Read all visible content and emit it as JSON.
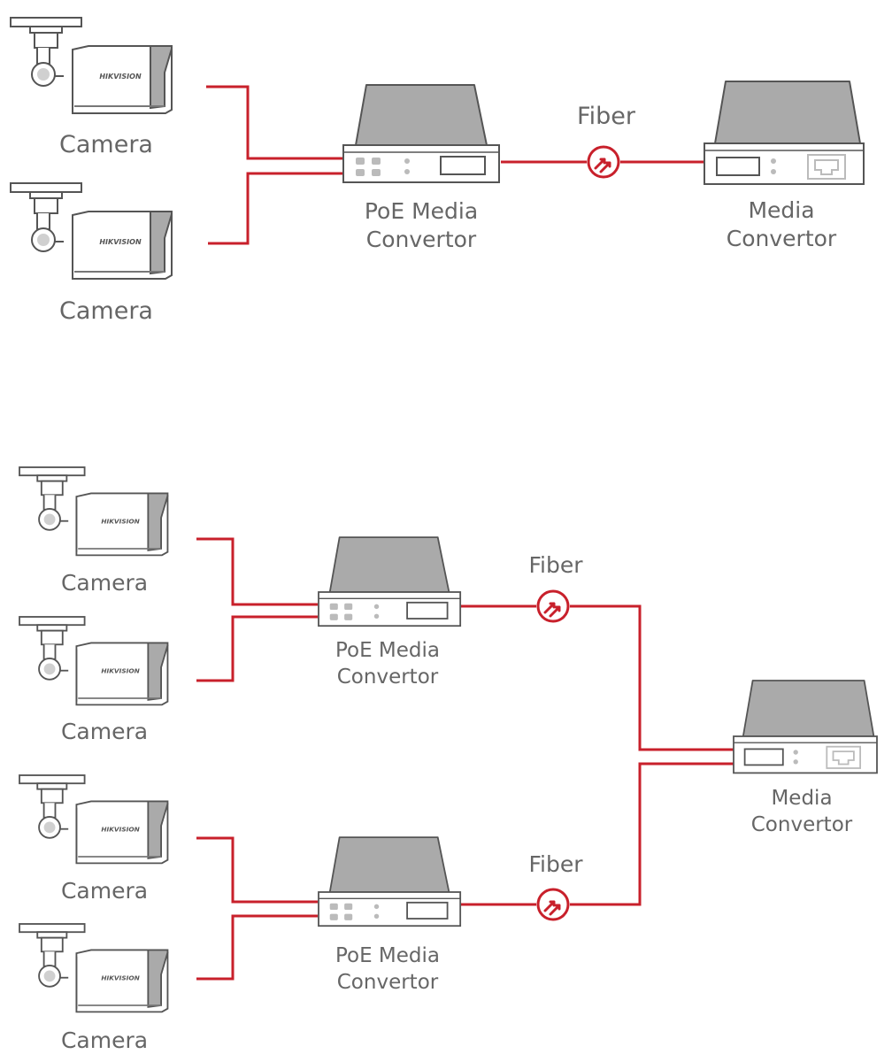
{
  "labels": {
    "camera": "Camera",
    "poe_media_convertor_line1": "PoE Media",
    "poe_media_convertor_line2": "Convertor",
    "fiber": "Fiber",
    "media_convertor_line1": "Media",
    "media_convertor_line2": "Convertor"
  },
  "camera_brand": "HIKVISION",
  "colors": {
    "wire": "#c8202b",
    "device_top": "#aaaaaa",
    "device_outline": "#555555",
    "label_text": "#666666"
  },
  "icons": {
    "camera": "bullet-camera-icon",
    "poe_convertor": "poe-media-convertor-icon",
    "media_convertor": "media-convertor-icon",
    "fiber_joint": "fiber-connector-icon"
  }
}
